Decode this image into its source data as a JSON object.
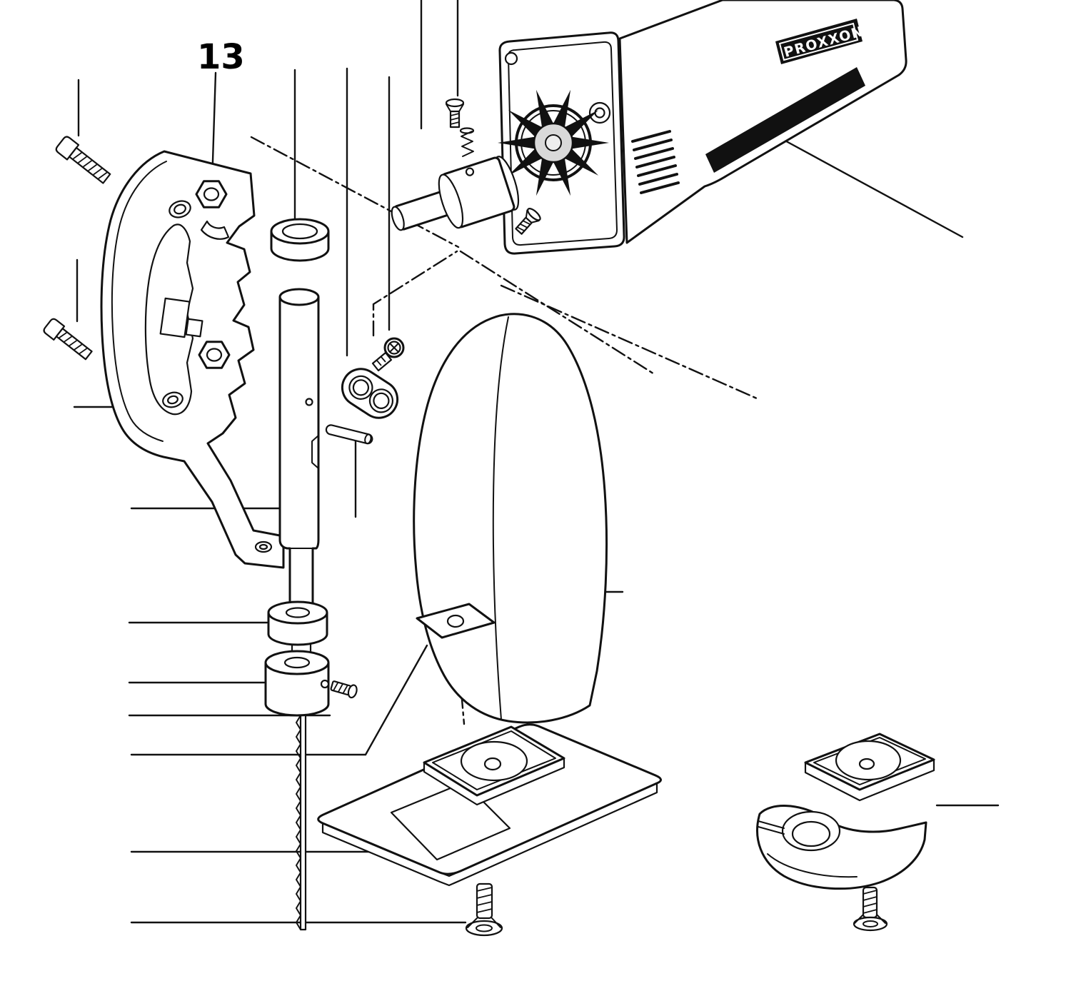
{
  "diagram": {
    "type": "exploded-view parts diagram",
    "subject": "PROXXON jigsaw exploded assembly",
    "part_number_label": "13",
    "brand": "PROXXON",
    "colors": {
      "line": "#111111",
      "background": "#ffffff",
      "fill_dark": "#111111",
      "fill_light": "#ffffff",
      "shade": "#d9d9d9"
    },
    "parts": [
      "machine-screw-upper-left",
      "machine-screw-lower-left",
      "frame-bracket",
      "hex-nut-upper",
      "hex-nut-lower",
      "upper-bushing",
      "plunger-rod",
      "link-screw",
      "connecting-link",
      "link-pin",
      "guide-bushing",
      "blade-clamp",
      "clamp-set-screw",
      "saw-blade",
      "motor-housing",
      "motor-end-cap",
      "fan",
      "eccentric-drive-shaft",
      "motor-screw",
      "spring",
      "housing-screw",
      "brand-plate",
      "blade-guard-cover",
      "table-insert",
      "base-plate",
      "base-insert-plate",
      "countersunk-screw-center",
      "blade-guide-holder",
      "holder-insert-plate",
      "countersunk-screw-right"
    ]
  }
}
